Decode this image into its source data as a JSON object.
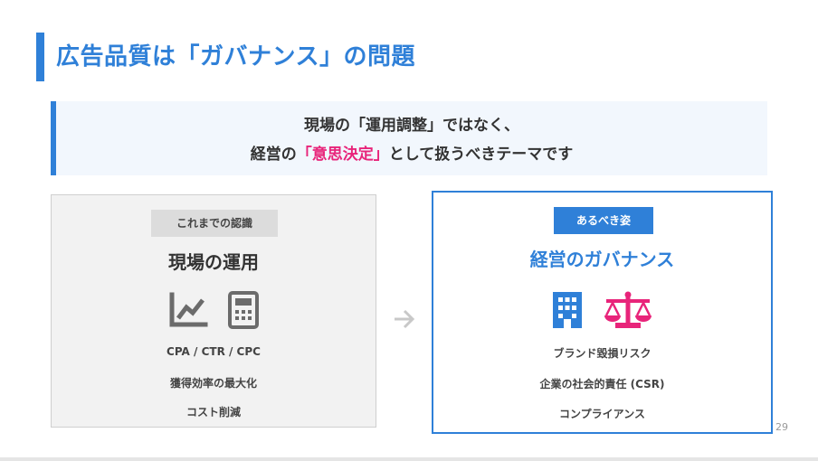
{
  "slide": {
    "title": "広告品質は「ガバナンス」の問題",
    "page_number": "29"
  },
  "lead": {
    "line1": "現場の「運用調整」ではなく、",
    "line2_prefix": "経営の",
    "line2_highlight": "「意思決定」",
    "line2_suffix": "として扱うべきテーマです"
  },
  "left_card": {
    "tag": "これまでの認識",
    "title": "現場の運用",
    "icons": [
      "line-chart-icon",
      "calculator-icon"
    ],
    "items": [
      "CPA / CTR / CPC",
      "獲得効率の最大化",
      "コスト削減"
    ]
  },
  "right_card": {
    "tag": "あるべき姿",
    "title": "経営のガバナンス",
    "icons": [
      "building-icon",
      "scale-icon"
    ],
    "items": [
      "ブランド毀損リスク",
      "企業の社会的責任 (CSR)",
      "コンプライアンス"
    ]
  },
  "colors": {
    "primary": "#2f80d8",
    "highlight": "#e8247a",
    "gray_icon": "#6b6b6b"
  }
}
